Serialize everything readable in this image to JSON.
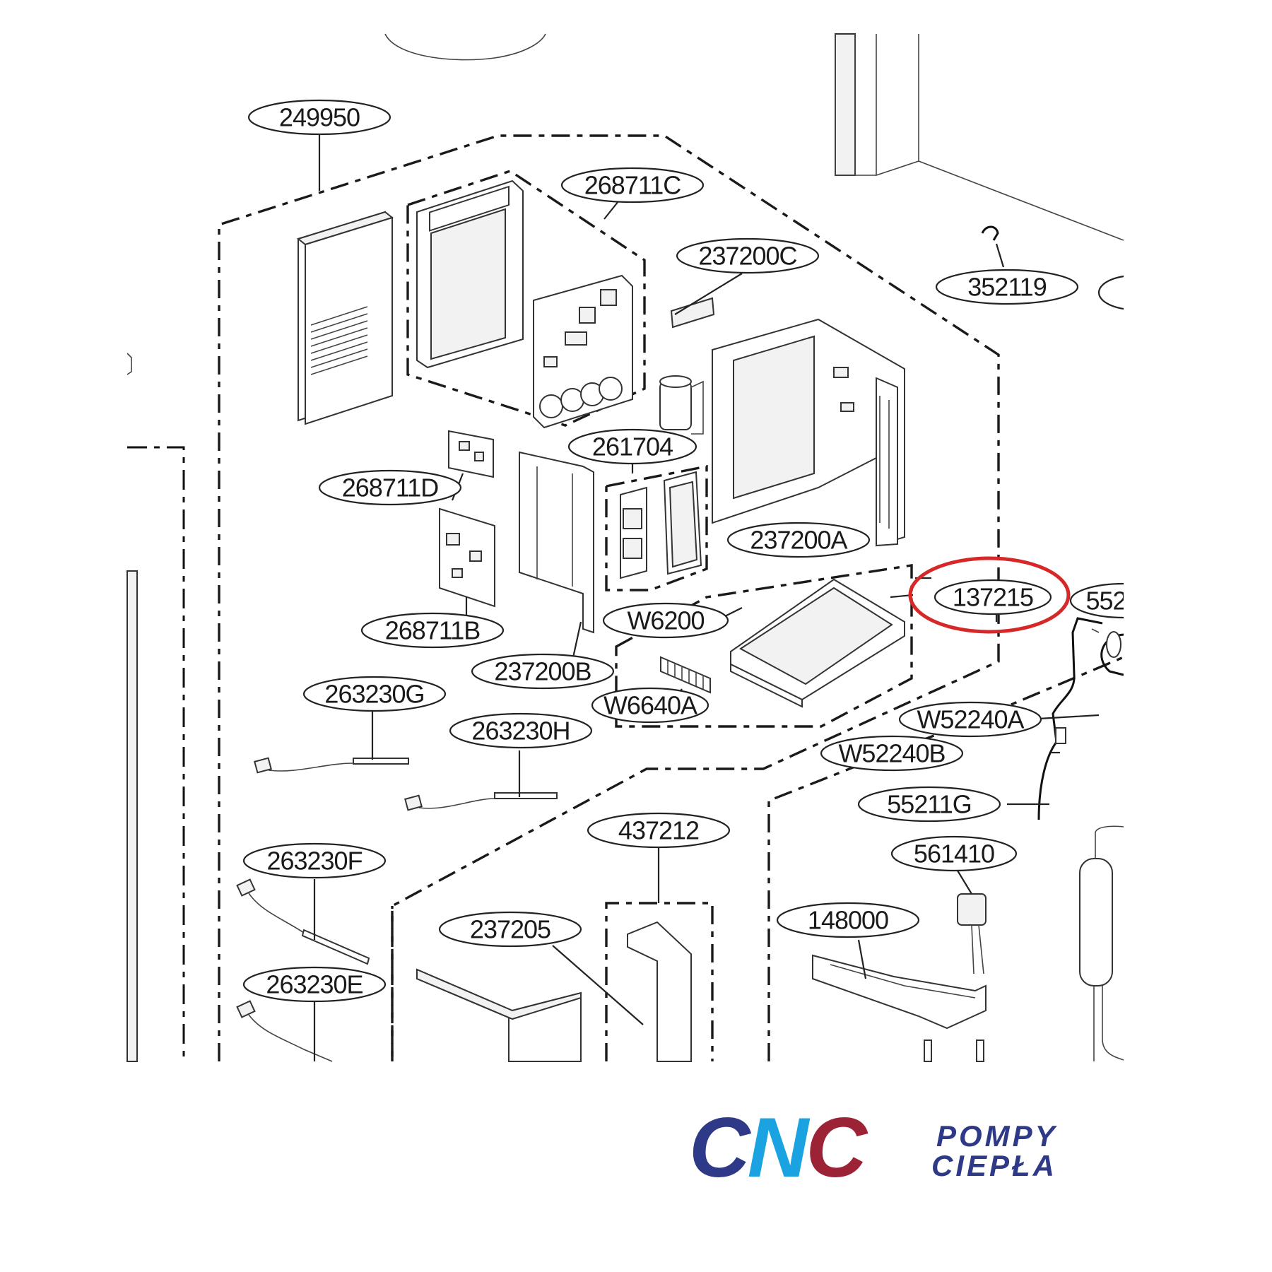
{
  "callouts": [
    {
      "id": "c-249950",
      "text": "249950"
    },
    {
      "id": "c-268711C",
      "text": "268711C"
    },
    {
      "id": "c-237200C",
      "text": "237200C"
    },
    {
      "id": "c-352119",
      "text": "352119"
    },
    {
      "id": "c-261704",
      "text": "261704"
    },
    {
      "id": "c-268711D",
      "text": "268711D"
    },
    {
      "id": "c-237200A",
      "text": "237200A"
    },
    {
      "id": "c-137215",
      "text": "137215",
      "highlighted": true
    },
    {
      "id": "c-552-partial",
      "text": "552"
    },
    {
      "id": "c-W6200",
      "text": "W6200"
    },
    {
      "id": "c-268711B",
      "text": "268711B"
    },
    {
      "id": "c-237200B",
      "text": "237200B"
    },
    {
      "id": "c-W6640A",
      "text": "W6640A"
    },
    {
      "id": "c-263230G",
      "text": "263230G"
    },
    {
      "id": "c-263230H",
      "text": "263230H"
    },
    {
      "id": "c-W52240A",
      "text": "W52240A"
    },
    {
      "id": "c-W52240B",
      "text": "W52240B"
    },
    {
      "id": "c-55211G",
      "text": "55211G"
    },
    {
      "id": "c-437212",
      "text": "437212"
    },
    {
      "id": "c-561410",
      "text": "561410"
    },
    {
      "id": "c-263230F",
      "text": "263230F"
    },
    {
      "id": "c-237205",
      "text": "237205"
    },
    {
      "id": "c-148000",
      "text": "148000"
    },
    {
      "id": "c-263230E",
      "text": "263230E"
    }
  ],
  "logo": {
    "mark": "CNC",
    "line1": "POMPY",
    "line2": "CIEPŁA",
    "colors": {
      "navy": "#2e3a87",
      "blue": "#1aa3e0",
      "red": "#9b2335"
    }
  },
  "highlight_color": "#d62828"
}
